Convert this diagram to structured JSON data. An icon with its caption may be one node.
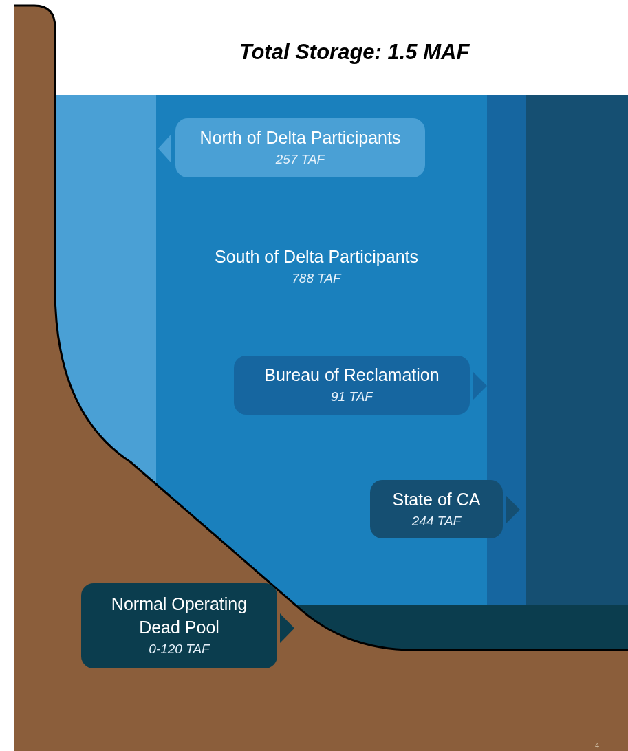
{
  "diagram": {
    "title": "Total Storage: 1.5 MAF",
    "nodes": [
      {
        "text": [
          "North of Delta Participants",
          "257 TAF"
        ]
      },
      {
        "text": [
          "South of Delta Participants",
          "788 TAF"
        ]
      },
      {
        "text": [
          "Bureau of Reclamation",
          "91 TAF"
        ]
      },
      {
        "text": [
          "State of CA",
          "244 TAF"
        ]
      },
      {
        "text": [
          "Normal Operating Dead Pool",
          "0-120 TAF"
        ]
      }
    ],
    "edges": [],
    "labels": [
      "4"
    ]
  }
}
